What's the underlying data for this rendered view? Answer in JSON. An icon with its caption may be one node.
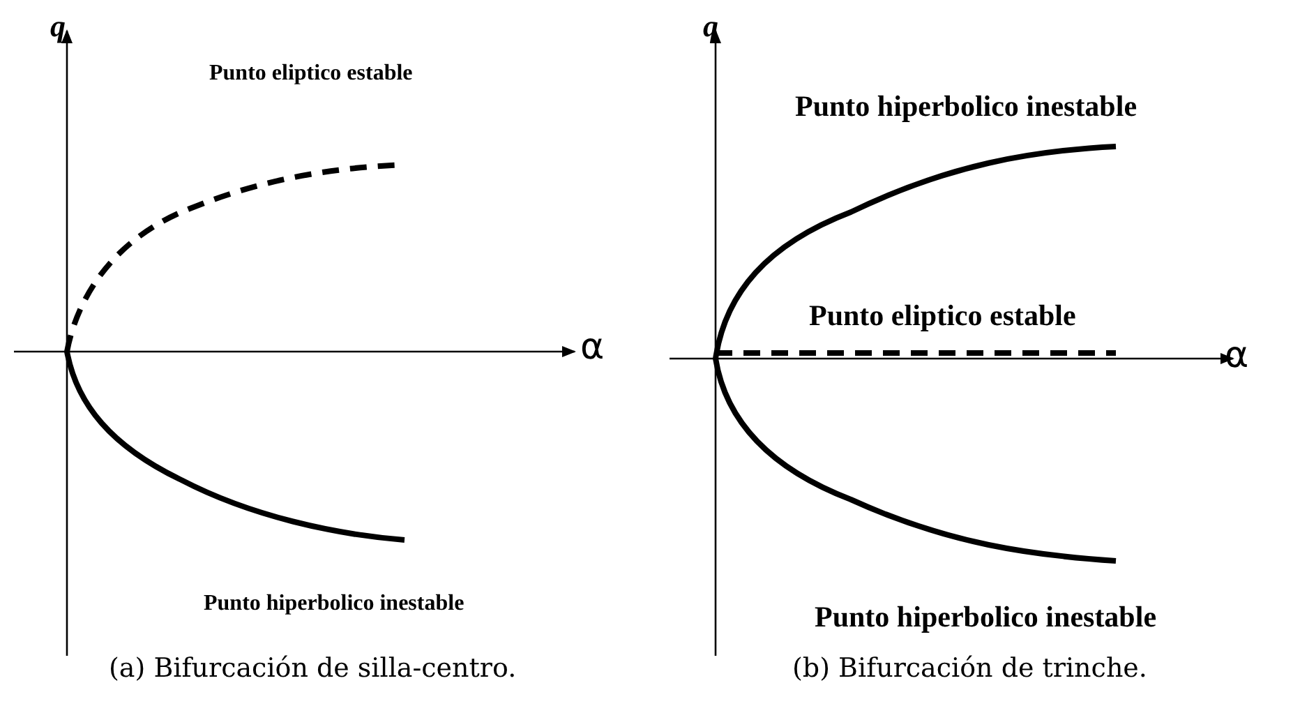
{
  "diagram": {
    "labels": [
      "q",
      "Punto eliptico estable",
      "α",
      "Punto hiperbolico inestable",
      "(a) Bifurcación de silla-centro.",
      "q",
      "Punto hiperbolico inestable",
      "Punto eliptico estable",
      "α",
      "Punto hiperbolico inestable",
      "(b) Bifurcación de trinche."
    ]
  }
}
